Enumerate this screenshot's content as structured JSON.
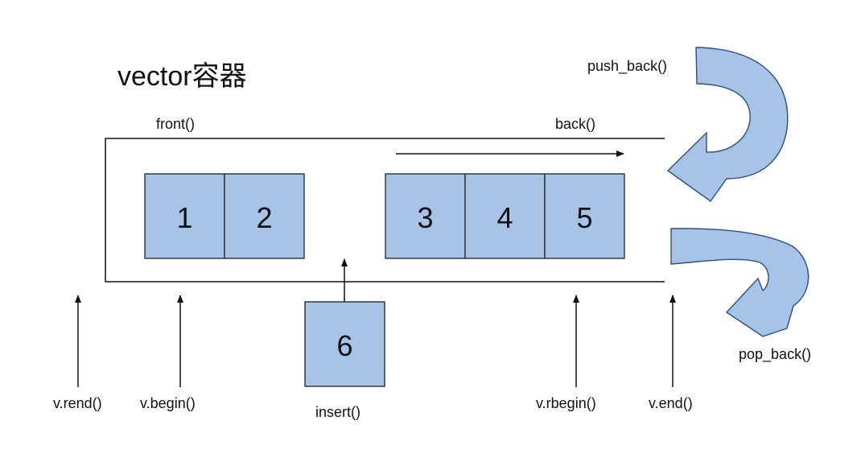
{
  "title": "vector容器",
  "labels": {
    "front": "front()",
    "back": "back()",
    "push_back": "push_back()",
    "pop_back": "pop_back()",
    "rend": "v.rend()",
    "begin": "v.begin()",
    "insert": "insert()",
    "rbegin": "v.rbegin()",
    "end": "v.end()"
  },
  "cells": [
    "1",
    "2",
    "3",
    "4",
    "5"
  ],
  "insert_cell": "6",
  "colors": {
    "cell_fill": "#a7c4e6",
    "arrow_fill": "#a7c4e6",
    "arrow_stroke": "#2a4f80",
    "line": "#111111"
  }
}
